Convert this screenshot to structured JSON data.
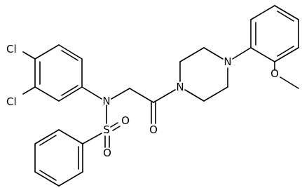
{
  "molecule": {
    "atoms": {
      "cl_upper": "Cl",
      "cl_lower": "Cl",
      "n_sulfonamide": "N",
      "s_sulfonyl": "S",
      "o_sulfonyl_upper": "O",
      "o_sulfonyl_lower": "O",
      "o_carbonyl": "O",
      "n_piperazine_left": "N",
      "n_piperazine_right": "N",
      "o_methoxy": "O"
    }
  }
}
